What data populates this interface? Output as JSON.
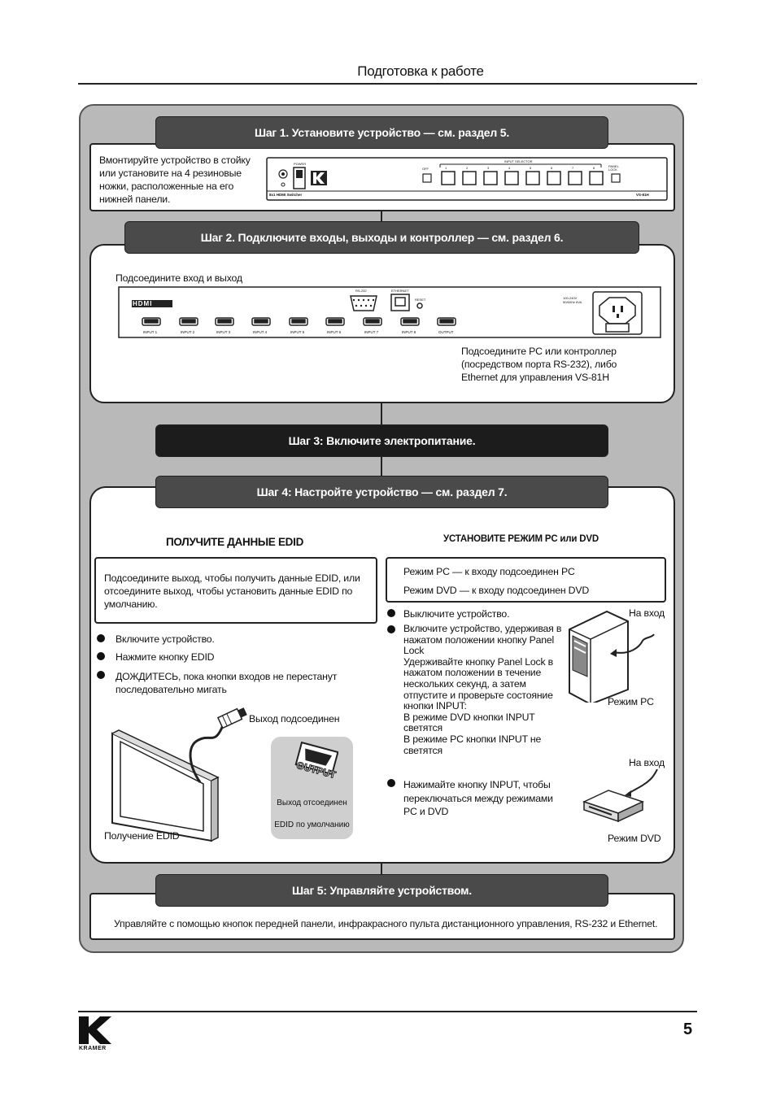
{
  "header": {
    "title": "Подготовка к работе"
  },
  "step1": {
    "title": "Шаг 1. Установите устройство — см. раздел 5.",
    "text": "Вмонтируйте устройство в стойку или установите на 4 резиновые ножки, расположенные на его нижней панели.",
    "device_model": "VS-81H",
    "device_name": "8x1 HDMI Switcher",
    "power_label": "POWER",
    "off_label": "OFF",
    "input_selector_label": "INPUT SELECTOR",
    "input_numbers": [
      "1",
      "2",
      "3",
      "4",
      "5",
      "6",
      "7",
      "8"
    ],
    "panel_lock_label": "PANEL LOCK"
  },
  "step2": {
    "title": "Шаг 2. Подключите входы, выходы и контроллер — см. раздел 6.",
    "connect_label": "Подсоедините вход и выход",
    "controller_text": "Подсоедините PC или контроллер (посредством порта RS-232), либо Ethernet для управления VS-81H",
    "hdmi_logo": "HDMI",
    "rs232_label": "RS-232",
    "ethernet_label": "ETHERNET",
    "reset_label": "RESET",
    "voltage_label": "100-240V 50/60Hz 6VA",
    "port_labels": [
      "INPUT 1",
      "INPUT 2",
      "INPUT 3",
      "INPUT 4",
      "INPUT 5",
      "INPUT 6",
      "INPUT 7",
      "INPUT 8",
      "OUTPUT"
    ]
  },
  "step3": {
    "title": "Шаг 3: Включите электропитание."
  },
  "step4": {
    "title": "Шаг 4: Настройте устройство — см. раздел 7.",
    "edid": {
      "heading": "ПОЛУЧИТЕ ДАННЫЕ EDID",
      "box_text": "Подсоедините выход, чтобы получить данные EDID, или отсоедините выход, чтобы установить данные EDID по умолчанию.",
      "bullets": [
        "Включите устройство.",
        "Нажмите кнопку EDID",
        "ДОЖДИТЕСЬ, пока кнопки входов не перестанут последовательно мигать"
      ],
      "output_connected": "Выход подсоединен",
      "output_disconnected": "Выход отсоединен",
      "default_edid": "EDID по умолчанию",
      "receive_edid": "Получение EDID",
      "output_plate": "OUTPUT"
    },
    "mode": {
      "heading": "УСТАНОВИТЕ РЕЖИМ PC или DVD",
      "pc_mode_line": "Режим PC — к входу подсоединен PC",
      "dvd_mode_line": "Режим DVD — к входу подсоединен DVD",
      "bullets": [
        "Выключите устройство.",
        "Включите устройство, удерживая в нажатом положении кнопку Panel Lock\nУдерживайте кнопку Panel Lock в нажатом положении в течение нескольких секунд, а затем отпустите и проверьте состояние кнопки INPUT:\nВ режиме DVD кнопки INPUT светятся\nВ режиме PC кнопки INPUT не светятся",
        "Нажимайте кнопку INPUT, чтобы переключаться между режимами PC и DVD"
      ],
      "to_input_1": "На вход",
      "pc_mode": "Режим PC",
      "to_input_2": "На вход",
      "dvd_mode": "Режим DVD"
    }
  },
  "step5": {
    "title": "Шаг 5: Управляйте устройством.",
    "text": "Управляйте с помощью кнопок передней панели, инфракрасного пульта дистанционного управления, RS-232 и Ethernet."
  },
  "footer": {
    "logo_text": "KRAMER",
    "page_number": "5"
  }
}
